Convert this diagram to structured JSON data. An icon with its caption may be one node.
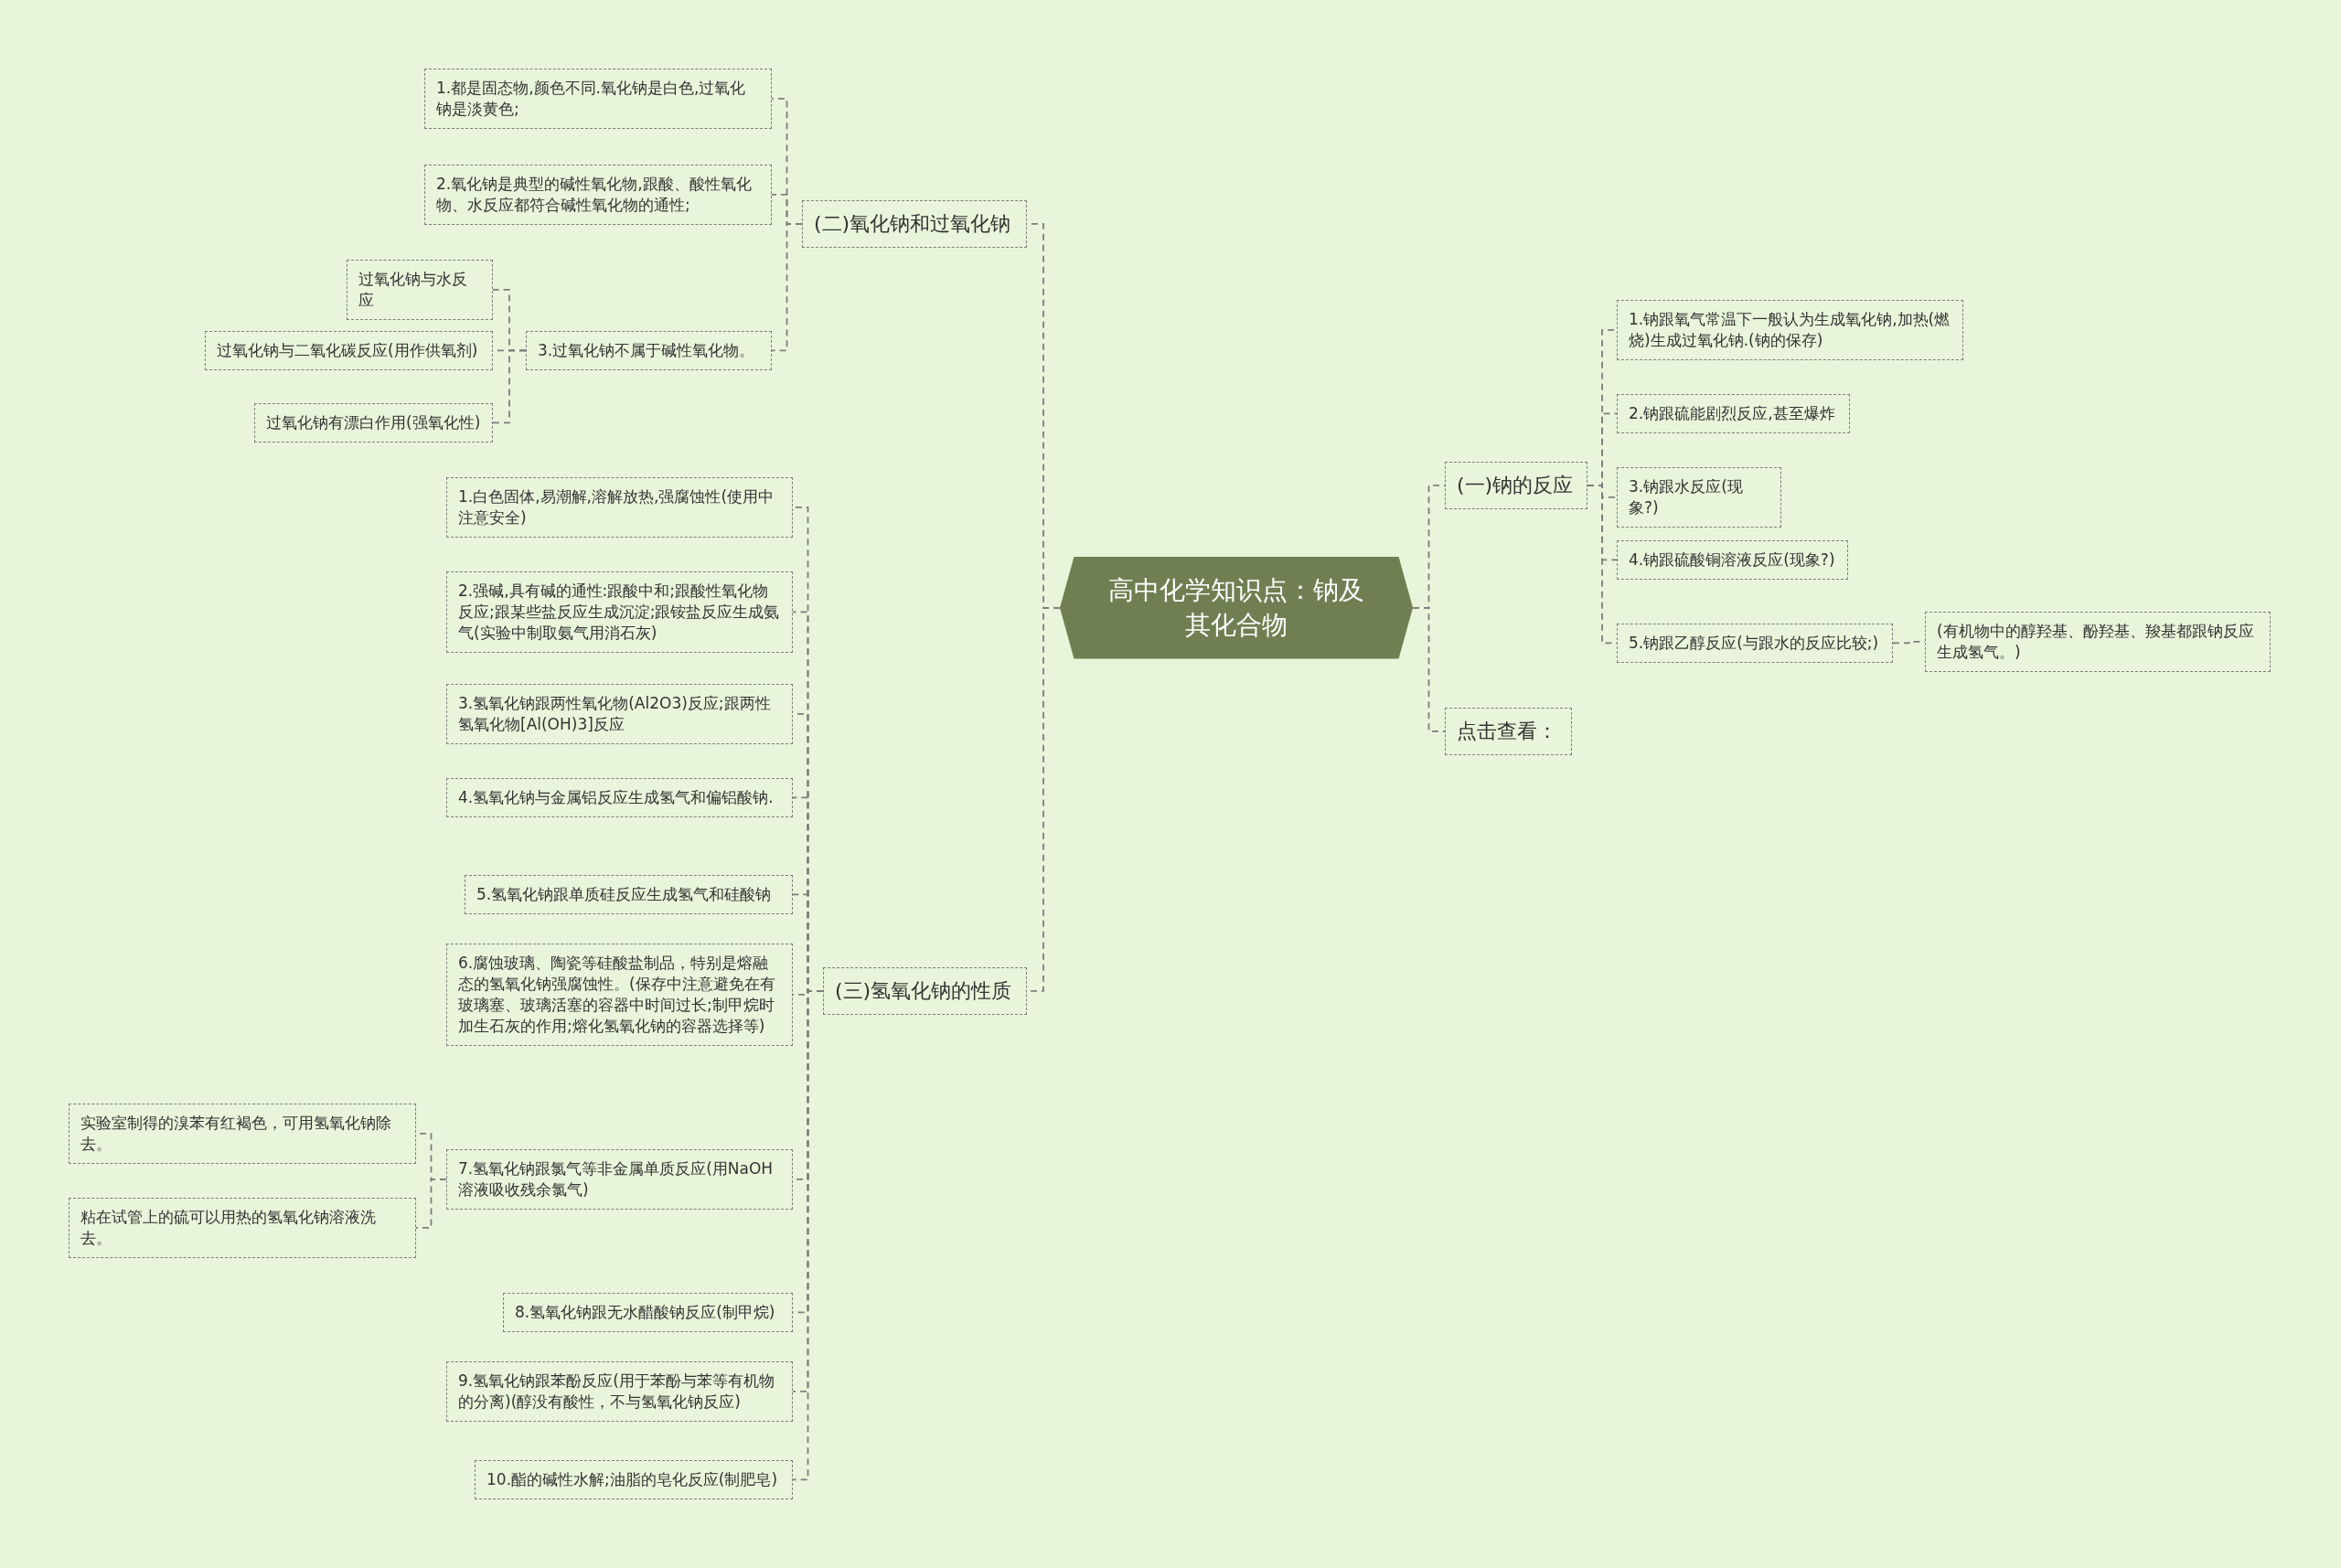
{
  "diagram": {
    "nodes": [
      {
        "text": [
          "高中化学知识点：钠及其化合物"
        ]
      },
      {
        "text": [
          "(二)氧化钠和过氧化钠"
        ]
      },
      {
        "text": [
          "1.都是固态物,颜色不同.氧化钠是白色,过氧化钠是淡黄色;"
        ]
      },
      {
        "text": [
          "2.氧化钠是典型的碱性氧化物,跟酸、酸性氧化物、水反应都符合碱性氧化物的通性;"
        ]
      },
      {
        "text": [
          "3.过氧化钠不属于碱性氧化物。"
        ]
      },
      {
        "text": [
          "过氧化钠与水反应"
        ]
      },
      {
        "text": [
          "过氧化钠与二氧化碳反应(用作供氧剂)"
        ]
      },
      {
        "text": [
          "过氧化钠有漂白作用(强氧化性)"
        ]
      },
      {
        "text": [
          "(三)氢氧化钠的性质"
        ]
      },
      {
        "text": [
          "1.白色固体,易潮解,溶解放热,强腐蚀性(使用中注意安全)"
        ]
      },
      {
        "text": [
          "2.强碱,具有碱的通性:跟酸中和;跟酸性氧化物反应;跟某些盐反应生成沉淀;跟铵盐反应生成氨气(实验中制取氨气用消石灰)"
        ]
      },
      {
        "text": [
          "3.氢氧化钠跟两性氧化物(Al2O3)反应;跟两性氢氧化物[Al(OH)3]反应"
        ]
      },
      {
        "text": [
          "4.氢氧化钠与金属铝反应生成氢气和偏铝酸钠."
        ]
      },
      {
        "text": [
          "5.氢氧化钠跟单质硅反应生成氢气和硅酸钠"
        ]
      },
      {
        "text": [
          "6.腐蚀玻璃、陶瓷等硅酸盐制品，特别是熔融态的氢氧化钠强腐蚀性。(保存中注意避免在有玻璃塞、玻璃活塞的容器中时间过长;制甲烷时加生石灰的作用;熔化氢氧化钠的容器选择等)"
        ]
      },
      {
        "text": [
          "7.氢氧化钠跟氯气等非金属单质反应(用NaOH溶液吸收残余氯气)"
        ]
      },
      {
        "text": [
          "实验室制得的溴苯有红褐色，可用氢氧化钠除去。"
        ]
      },
      {
        "text": [
          "粘在试管上的硫可以用热的氢氧化钠溶液洗去。"
        ]
      },
      {
        "text": [
          "8.氢氧化钠跟无水醋酸钠反应(制甲烷)"
        ]
      },
      {
        "text": [
          "9.氢氧化钠跟苯酚反应(用于苯酚与苯等有机物的分离)(醇没有酸性，不与氢氧化钠反应)"
        ]
      },
      {
        "text": [
          "10.酯的碱性水解;油脂的皂化反应(制肥皂)"
        ]
      },
      {
        "text": [
          "(一)钠的反应"
        ]
      },
      {
        "text": [
          "1.钠跟氧气常温下一般认为生成氧化钠,加热(燃烧)生成过氧化钠.(钠的保存)"
        ]
      },
      {
        "text": [
          "2.钠跟硫能剧烈反应,甚至爆炸"
        ]
      },
      {
        "text": [
          "3.钠跟水反应(现象?)"
        ]
      },
      {
        "text": [
          "4.钠跟硫酸铜溶液反应(现象?)"
        ]
      },
      {
        "text": [
          "5.钠跟乙醇反应(与跟水的反应比较;)"
        ]
      },
      {
        "text": [
          "(有机物中的醇羟基、酚羟基、羧基都跟钠反应生成氢气。)"
        ]
      },
      {
        "text": [
          "点击查看："
        ]
      }
    ],
    "edges": [
      {
        "from": 0,
        "to": 1,
        "arrow": "none",
        "style": "dashed"
      },
      {
        "from": 1,
        "to": 2,
        "arrow": "none",
        "style": "dashed"
      },
      {
        "from": 1,
        "to": 3,
        "arrow": "none",
        "style": "dashed"
      },
      {
        "from": 1,
        "to": 4,
        "arrow": "none",
        "style": "dashed"
      },
      {
        "from": 4,
        "to": 5,
        "arrow": "none",
        "style": "dashed"
      },
      {
        "from": 4,
        "to": 6,
        "arrow": "none",
        "style": "dashed"
      },
      {
        "from": 4,
        "to": 7,
        "arrow": "none",
        "style": "dashed"
      },
      {
        "from": 0,
        "to": 8,
        "arrow": "none",
        "style": "dashed"
      },
      {
        "from": 8,
        "to": 9,
        "arrow": "none",
        "style": "dashed"
      },
      {
        "from": 8,
        "to": 10,
        "arrow": "none",
        "style": "dashed"
      },
      {
        "from": 8,
        "to": 11,
        "arrow": "none",
        "style": "dashed"
      },
      {
        "from": 8,
        "to": 12,
        "arrow": "none",
        "style": "dashed"
      },
      {
        "from": 8,
        "to": 13,
        "arrow": "none",
        "style": "dashed"
      },
      {
        "from": 8,
        "to": 14,
        "arrow": "none",
        "style": "dashed"
      },
      {
        "from": 8,
        "to": 15,
        "arrow": "none",
        "style": "dashed"
      },
      {
        "from": 15,
        "to": 16,
        "arrow": "none",
        "style": "dashed"
      },
      {
        "from": 15,
        "to": 17,
        "arrow": "none",
        "style": "dashed"
      },
      {
        "from": 8,
        "to": 18,
        "arrow": "none",
        "style": "dashed"
      },
      {
        "from": 8,
        "to": 19,
        "arrow": "none",
        "style": "dashed"
      },
      {
        "from": 8,
        "to": 20,
        "arrow": "none",
        "style": "dashed"
      },
      {
        "from": 0,
        "to": 21,
        "arrow": "none",
        "style": "dashed"
      },
      {
        "from": 21,
        "to": 22,
        "arrow": "none",
        "style": "dashed"
      },
      {
        "from": 21,
        "to": 23,
        "arrow": "none",
        "style": "dashed"
      },
      {
        "from": 21,
        "to": 24,
        "arrow": "none",
        "style": "dashed"
      },
      {
        "from": 21,
        "to": 25,
        "arrow": "none",
        "style": "dashed"
      },
      {
        "from": 21,
        "to": 26,
        "arrow": "none",
        "style": "dashed"
      },
      {
        "from": 26,
        "to": 27,
        "arrow": "none",
        "style": "dashed"
      },
      {
        "from": 0,
        "to": 28,
        "arrow": "none",
        "style": "dashed"
      }
    ]
  }
}
